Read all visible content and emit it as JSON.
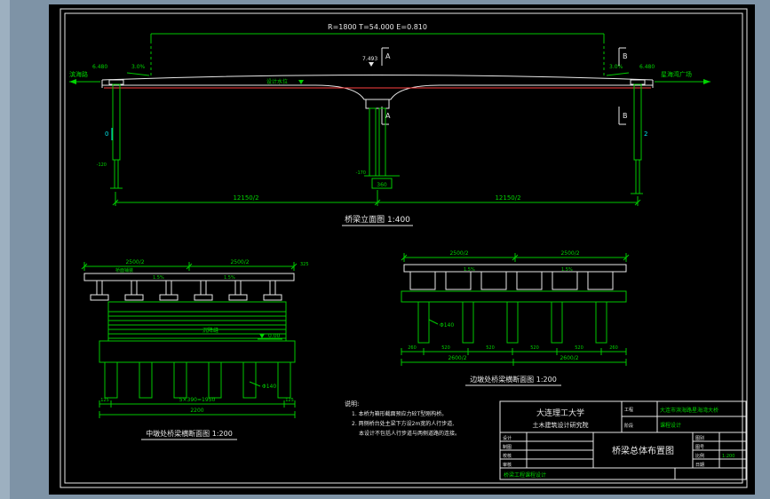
{
  "window": {
    "bg": "#7e93a6",
    "left_strip": "#9db0c0",
    "canvas_bg": "#000000",
    "border_color": "#ffffff"
  },
  "colors": {
    "cad_green": "#00c800",
    "cad_white": "#e8e8e8",
    "deck_red": "#ff4040",
    "cad_cyan": "#00e5e5"
  },
  "elevation": {
    "curve_note": "R=1800  T=54.000  E=0.810",
    "left_road": "滨海路",
    "right_road": "星海湾广场",
    "left_level": "6.480",
    "right_level": "6.480",
    "left_slope": "3.0%",
    "right_slope": "3.0%",
    "mid_level": "7.493",
    "water_note": "设计水位",
    "section_a": "A",
    "section_b": "B",
    "pier_no_left": "0",
    "pier_no_right": "2",
    "left_pier_depth": "-120",
    "mid_box": "360",
    "mid_depth": "-170",
    "span_left": "12150/2",
    "span_right": "12150/2",
    "title": "桥梁立面图 1:400"
  },
  "mid_section": {
    "dim_left": "2500/2",
    "dim_right": "2500/2",
    "dim_edge": "325",
    "pave_note": "桥面铺装",
    "slope_left": "1.5%",
    "slope_right": "1.5%",
    "joint": "沉降缝",
    "level": "0.00",
    "pile_dia": "Φ140",
    "pile_dim": "5×390=1950",
    "side_left": "125",
    "side_right": "125",
    "total": "2200",
    "title": "中墩处桥梁横断面图 1:200"
  },
  "side_section": {
    "dim_left": "2500/2",
    "dim_right": "2500/2",
    "slope_left": "1.5%",
    "slope_right": "1.5%",
    "pile_dia": "Φ140",
    "dims": [
      "260",
      "520",
      "520",
      "520",
      "520",
      "260"
    ],
    "total_left": "2600/2",
    "total_right": "2600/2",
    "title": "边墩处桥梁横断面图 1:200"
  },
  "notes": {
    "header": "说明:",
    "line1": "1. 本桥为箱形截面预应力砼T型刚构桥。",
    "line2": "2. 两侧桥台处主梁下方设2m宽的人行步道,",
    "line3": "本设计不包括人行步道与两侧道路的连接。"
  },
  "titleblock": {
    "org_line1": "大连理工大学",
    "org_line2": "土木建筑设计研究院",
    "project_label": "工程",
    "project": "大连市滨海路星海湾大桥",
    "stage_label": "阶段",
    "stage": "课程设计",
    "drawing_title": "桥梁总体布置图",
    "sig_rows": [
      {
        "label": "设计"
      },
      {
        "label": "制图"
      },
      {
        "label": "校核"
      },
      {
        "label": "审核"
      }
    ],
    "meta_rows": [
      {
        "label": "图别",
        "value": ""
      },
      {
        "label": "图号",
        "value": ""
      },
      {
        "label": "比例",
        "value": "1:200"
      },
      {
        "label": "日期",
        "value": ""
      }
    ],
    "bottom": "桥梁工程课程设计"
  }
}
